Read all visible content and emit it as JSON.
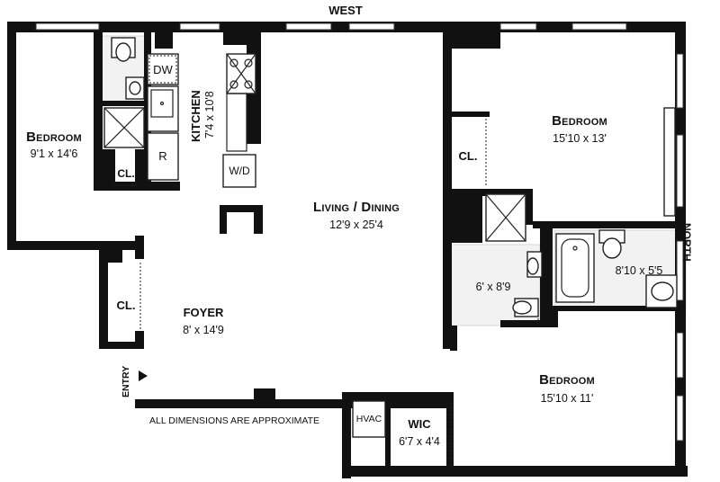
{
  "compass": {
    "west": "WEST",
    "north": "NORTH"
  },
  "rooms": {
    "bedroom_left": {
      "name": "Bedroom",
      "dims": "9'1 x 14'6"
    },
    "kitchen": {
      "name": "KITCHEN",
      "dims": "7'4 x 10'8"
    },
    "living": {
      "name": "Living / Dining",
      "dims": "12'9 x 25'4"
    },
    "bedroom_top_right": {
      "name": "Bedroom",
      "dims": "15'10 x 13'"
    },
    "bedroom_bottom_right": {
      "name": "Bedroom",
      "dims": "15'10 x 11'"
    },
    "foyer": {
      "name": "FOYER",
      "dims": "8' x 14'9"
    },
    "bath_left": {
      "dims": "6' x 8'9"
    },
    "bath_right": {
      "dims": "8'10 x 5'5"
    },
    "wic": {
      "name": "WIC",
      "dims": "6'7 x 4'4"
    }
  },
  "fixtures": {
    "dw": "DW",
    "fridge": "R",
    "wd": "W/D",
    "closet_left": "CL.",
    "closet_top_right": "CL.",
    "closet_foyer": "CL.",
    "hvac": "HVAC"
  },
  "entry": "ENTRY",
  "note": "ALL DIMENSIONS ARE APPROXIMATE"
}
